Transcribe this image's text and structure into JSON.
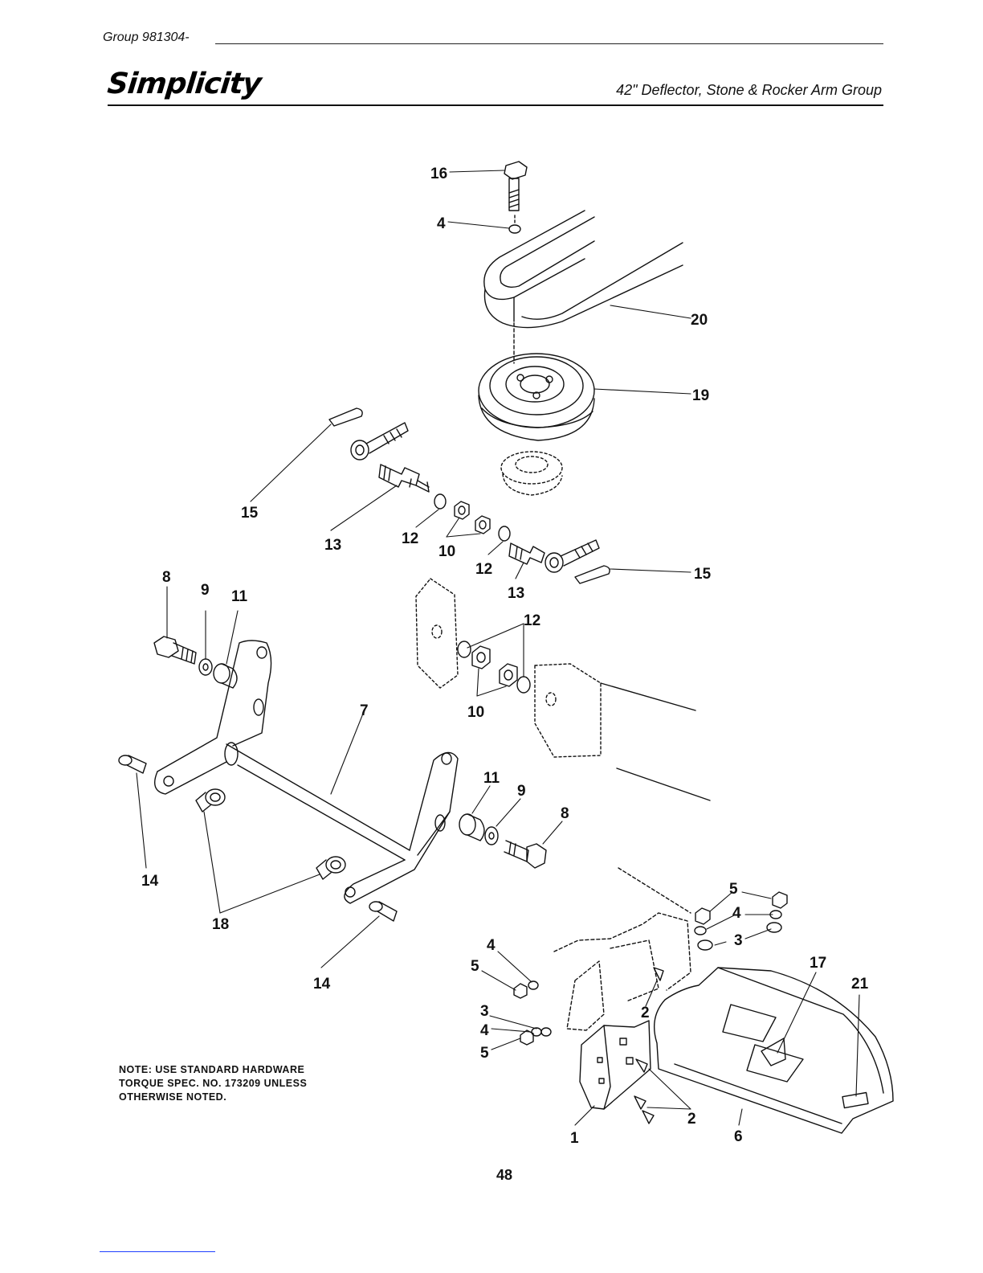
{
  "header": {
    "group_label": "Group  981304-",
    "brand": "Simplicity",
    "subtitle": "42\" Deflector, Stone & Rocker Arm Group"
  },
  "note": {
    "line1": "NOTE: USE STANDARD HARDWARE",
    "line2": "TORQUE SPEC. NO. 173209 UNLESS",
    "line3": "OTHERWISE NOTED."
  },
  "page_number": "48",
  "callouts": {
    "c16": "16",
    "c4a": "4",
    "c20": "20",
    "c19": "19",
    "c15a": "15",
    "c13a": "13",
    "c12a": "12",
    "c10a": "10",
    "c12b": "12",
    "c13b": "13",
    "c15b": "15",
    "c8a": "8",
    "c9a": "9",
    "c11a": "11",
    "c12c": "12",
    "c10b": "10",
    "c7": "7",
    "c14a": "14",
    "c18": "18",
    "c14b": "14",
    "c11b": "11",
    "c9b": "9",
    "c8b": "8",
    "c5a": "5",
    "c4b": "4",
    "c3a": "3",
    "c4c": "4",
    "c5b": "5",
    "c3b": "3",
    "c4d": "4",
    "c5c": "5",
    "c2a": "2",
    "c2b": "2",
    "c1": "1",
    "c6": "6",
    "c17": "17",
    "c21": "21"
  }
}
